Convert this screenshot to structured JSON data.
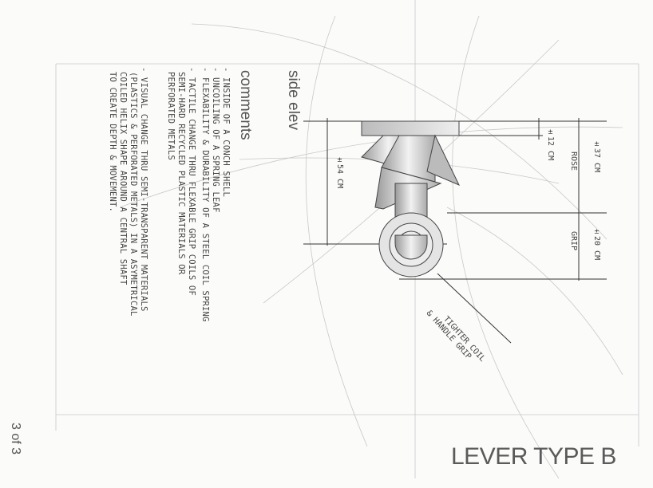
{
  "labels": {
    "view": "side elev",
    "comments_heading": "comments",
    "title": "LEVER TYPE B",
    "page": "3 of 3"
  },
  "comments": [
    "- INSIDE OF A CONCH SHELL",
    "- UNCOILING OF A SPRING LEAF",
    "- FLEXABILITY & DURABILITY OF A STEEL COIL SPRING",
    "- TACTILE CHANGE THRU FLEXABLE GRIP COILS OF",
    "SEMI-HARD RECYCLED PLASTIC MATERIALS OR",
    "PERFORATED METALS",
    "- VISUAL CHANGE THRU SEMI-TRANSPARENT MATERIALS",
    "(PLASTICS & PERFORATED METALS) IN A ASYMETRICAL",
    "COILED HELIX SHAPE AROUND A CENTRAL SHAFT",
    "TO CREATE DEPTH & MOVEMENT."
  ],
  "dimensions": {
    "rose_size": "±37 CM",
    "rose_label": "ROSE",
    "rose_thickness": "±12 CM",
    "total_length": "±54 CM",
    "grip_size": "±20 CM",
    "grip_label": "GRIP",
    "callout_line1": "TIGHTER COIL",
    "callout_line2": "& HANDLE GRIP"
  }
}
